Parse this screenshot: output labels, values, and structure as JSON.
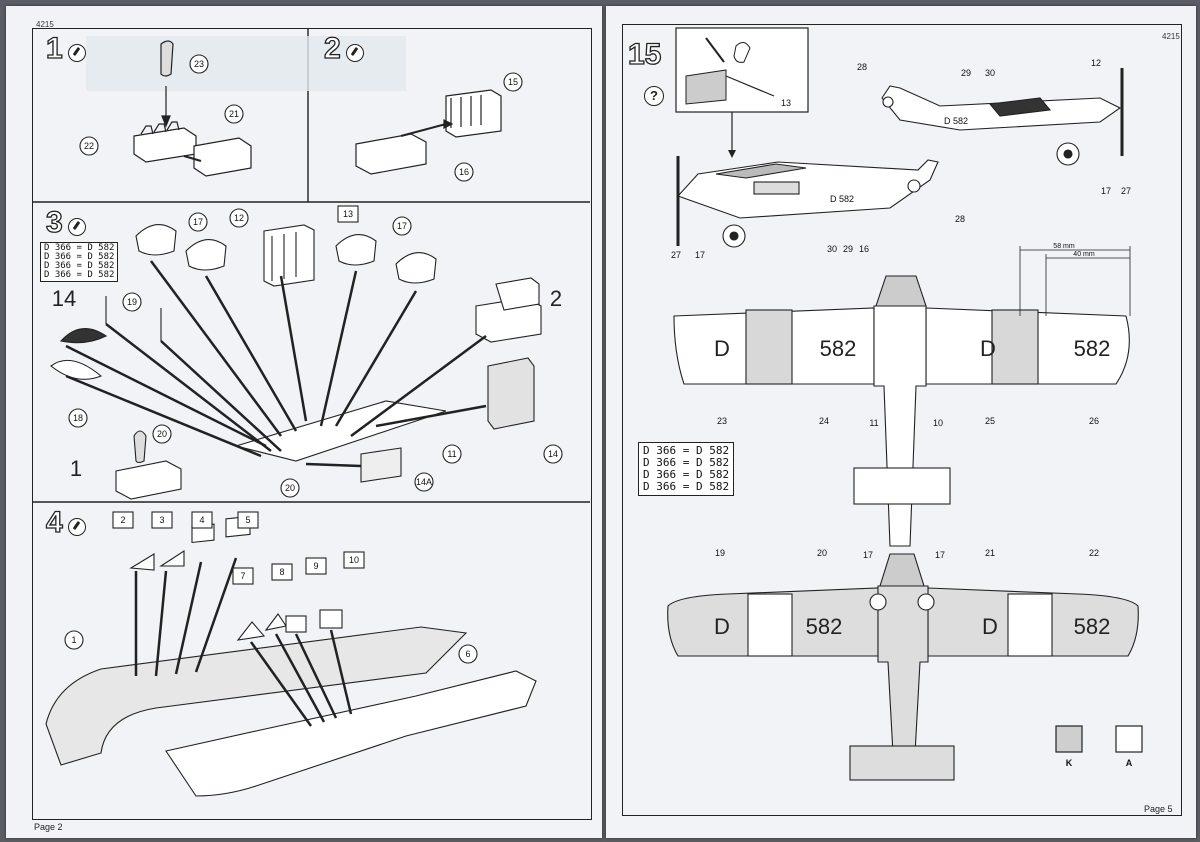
{
  "page_left": {
    "catalog_number": "4215",
    "page_label": "Page 2",
    "steps": [
      {
        "number": "1",
        "parts": [
          "23",
          "21",
          "22"
        ]
      },
      {
        "number": "2",
        "parts": [
          "15",
          "16"
        ]
      },
      {
        "number": "3",
        "parts": [
          "17",
          "12",
          "13",
          "17",
          "19",
          "14",
          "18",
          "20",
          "11",
          "14",
          "14A",
          "20",
          "2",
          "1"
        ]
      },
      {
        "number": "4",
        "parts": [
          "2",
          "3",
          "4",
          "5",
          "7",
          "8",
          "9",
          "10",
          "1",
          "6"
        ]
      }
    ],
    "step3_decal_rows": [
      "D 366 = D 582",
      "D 366 = D 582",
      "D 366 = D 582",
      "D 366 = D 582"
    ]
  },
  "page_right": {
    "catalog_number": "4215",
    "page_label": "Page 5",
    "step_number": "15",
    "help_symbol": "?",
    "detail_callout": "13",
    "callouts_side_view_top": [
      "28",
      "29",
      "30",
      "12",
      "17",
      "27"
    ],
    "callouts_side_view_main": [
      "27",
      "17",
      "30",
      "29",
      "16",
      "28"
    ],
    "callouts_top_view": [
      "23",
      "24",
      "11",
      "10",
      "25",
      "26"
    ],
    "callouts_bottom_view": [
      "19",
      "20",
      "17",
      "17",
      "21",
      "22"
    ],
    "dimensions": [
      "58 mm",
      "40 mm"
    ],
    "registration": {
      "letter": "D",
      "number": "582"
    },
    "decal_rows": [
      "D 366 = D 582",
      "D 366 = D 582",
      "D 366 = D 582",
      "D 366 = D 582"
    ],
    "color_codes": [
      "K",
      "A"
    ]
  },
  "colors": {
    "paper": "#f1f3f6",
    "ink": "#222222",
    "background": "#5a5e64"
  }
}
